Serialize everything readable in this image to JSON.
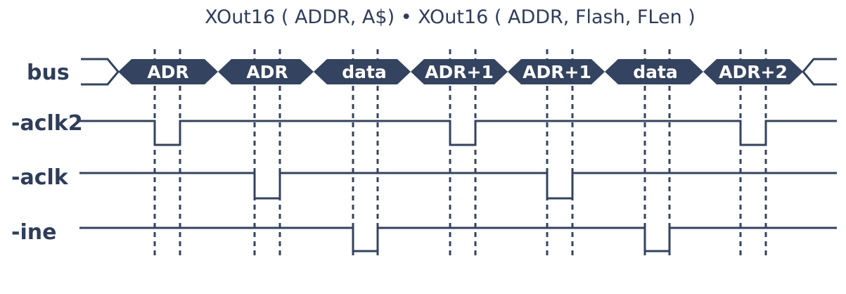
{
  "title": "XOut16 ( ADDR, A$) • XOut16 ( ADDR, Flash, FLen )",
  "colors": {
    "ink": "#34435f",
    "background": "#ffffff",
    "segment_text": "#ffffff"
  },
  "signals": [
    {
      "id": "bus",
      "label": "bus"
    },
    {
      "id": "aclk2",
      "label": "-aclk2"
    },
    {
      "id": "aclk",
      "label": "-aclk"
    },
    {
      "id": "ine",
      "label": "-ine"
    }
  ],
  "bus_segments": [
    "ADR",
    "ADR",
    "data",
    "ADR+1",
    "ADR+1",
    "data",
    "ADR+2"
  ]
}
